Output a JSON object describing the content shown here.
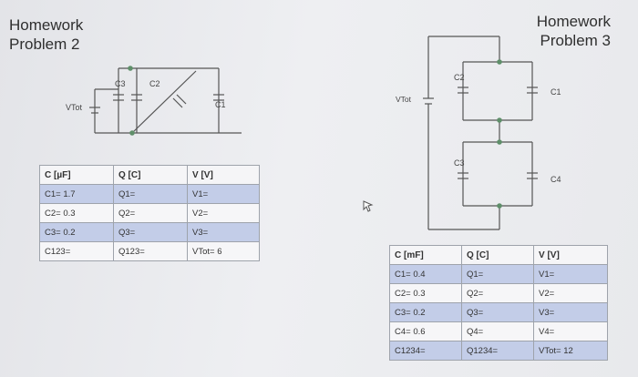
{
  "problem2": {
    "title_line1": "Homework",
    "title_line2": "Problem 2",
    "labels": {
      "c1": "C1",
      "c2": "C2",
      "c3": "C3",
      "vtot": "VTot"
    },
    "table": {
      "headers": [
        "C [µF]",
        "Q [C]",
        "V [V]"
      ],
      "rows": [
        [
          "C1= 1.7",
          "Q1=",
          "V1="
        ],
        [
          "C2= 0.3",
          "Q2=",
          "V2="
        ],
        [
          "C3= 0.2",
          "Q3=",
          "V3="
        ],
        [
          "C123=",
          "Q123=",
          "VTot= 6"
        ]
      ]
    }
  },
  "problem3": {
    "title_line1": "Homework",
    "title_line2": "Problem 3",
    "labels": {
      "c1": "C1",
      "c2": "C2",
      "c3": "C3",
      "c4": "C4",
      "vtot": "VTot"
    },
    "table": {
      "headers": [
        "C [mF]",
        "Q [C]",
        "V [V]"
      ],
      "rows": [
        [
          "C1= 0.4",
          "Q1=",
          "V1="
        ],
        [
          "C2= 0.3",
          "Q2=",
          "V2="
        ],
        [
          "C3= 0.2",
          "Q3=",
          "V3="
        ],
        [
          "C4= 0.6",
          "Q4=",
          "V4="
        ],
        [
          "C1234=",
          "Q1234=",
          "VTot= 12"
        ]
      ]
    }
  },
  "colors": {
    "row_blue": "#c3cde8",
    "row_white": "#f6f6f8",
    "wire": "#555555",
    "node": "#5f8f6a"
  }
}
